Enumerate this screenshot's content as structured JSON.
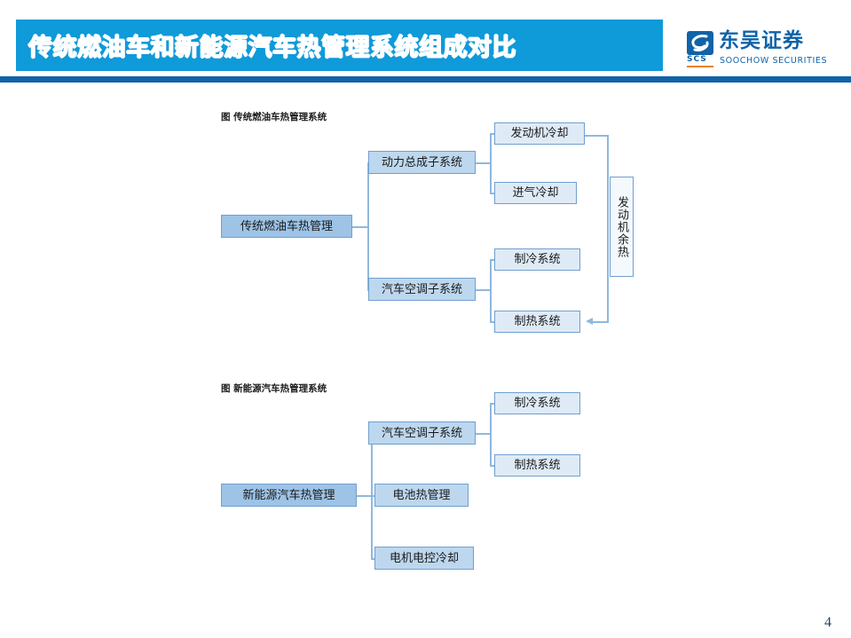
{
  "header": {
    "title": "传统燃油车和新能源汽车热管理系统组成对比",
    "bar_color": "#0f9ad9",
    "rule_color": "#1063a8",
    "logo": {
      "mark_name": "soochow-swirl-icon",
      "abbreviation": "SCS",
      "name_cn": "东吴证券",
      "name_en": "SOOCHOW SECURITIES",
      "color": "#1063a8",
      "accent_color": "#e8821e"
    }
  },
  "diagram_ice": {
    "caption": "图 传统燃油车热管理系统",
    "root": "传统燃油车热管理",
    "branch_powertrain": "动力总成子系统",
    "branch_hvac": "汽车空调子系统",
    "leaf_engine_cooling": "发动机冷却",
    "leaf_intake_cooling": "进气冷却",
    "leaf_cooling_system": "制冷系统",
    "leaf_heating_system": "制热系统",
    "waste_heat": "发动机余热"
  },
  "diagram_nev": {
    "caption": "图 新能源汽车热管理系统",
    "root": "新能源汽车热管理",
    "branch_hvac": "汽车空调子系统",
    "branch_battery": "电池热管理",
    "branch_motor": "电机电控冷却",
    "leaf_cooling_system": "制冷系统",
    "leaf_heating_system": "制热系统"
  },
  "footer": {
    "page_number": "4"
  },
  "palette": {
    "node_root_fill": "#9dc3e6",
    "node_level2_fill": "#bdd7ee",
    "node_level3_fill": "#deebf7",
    "node_border": "#6f9fd0",
    "connector": "#8fb8dd"
  }
}
